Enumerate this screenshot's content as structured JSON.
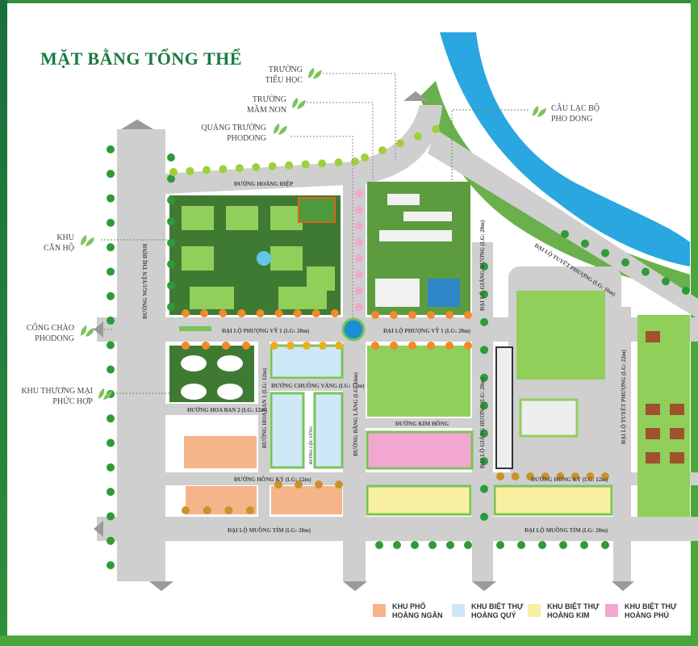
{
  "title": "MẶT BẰNG TỔNG THỂ",
  "colors": {
    "brand_green": "#1a7a40",
    "road": "#cfcfcf",
    "river": "#2aa6e0",
    "pho_hoang_ngan": "#f5b48a",
    "biet_thu_hoang_quy": "#cfe8f7",
    "biet_thu_hoang_kim": "#f8f0a0",
    "biet_thu_hoang_phu": "#f2a7d0"
  },
  "callouts": {
    "truong_tieu_hoc": [
      "TRƯỜNG",
      "TIỂU HỌC"
    ],
    "truong_mam_non": [
      "TRƯỜNG",
      "MẦM NON"
    ],
    "quang_truong": [
      "QUẢNG TRƯỜNG",
      "PHODONG"
    ],
    "cau_lac_bo": [
      "CÂU LẠC BỘ",
      "PHO DONG"
    ],
    "khu_can_ho": [
      "KHU",
      "CĂN HỘ"
    ],
    "cong_chao": [
      "CỔNG CHÀO",
      "PHODONG"
    ],
    "khu_thuong_mai": [
      "KHU THƯƠNG MẠI",
      "PHỨC HỢP"
    ]
  },
  "roads": {
    "hoang_diep": "ĐƯỜNG HOÀNG ĐIỆP",
    "nguyen_thi_dinh": "ĐƯỜNG NGUYỄN THỊ ĐỊNH",
    "phuong_vy_1_west": "ĐẠI LỘ PHƯỢNG VỸ 1 (LG: 20m)",
    "phuong_vy_1_east": "ĐẠI LỘ PHƯỢNG VỸ 1 (LG: 20m)",
    "chuong_vang": "ĐƯỜNG CHUÔNG VÀNG (LG: 12m)",
    "hoa_ban_1": "ĐƯỜNG HOA BAN 1 (LG: 12m)",
    "hoa_ban_2": "ĐƯỜNG HOA BAN 2 (LG: 12m)",
    "loc_vung": "ĐƯỜNG LỘC VỪNG",
    "bang_lang": "ĐƯỜNG BẰNG LĂNG (LG: 16m)",
    "kim_hong": "ĐƯỜNG KIM HỒNG",
    "hong_ky_west": "ĐƯỜNG HỒNG KỲ (LG: 12m)",
    "hong_ky_east": "ĐƯỜNG HỒNG KỲ (LG: 12m)",
    "muong_tim_west": "ĐẠI LỘ MUỒNG TÍM (LG: 20m)",
    "muong_tim_east": "ĐẠI LỘ MUỒNG TÍM (LG: 20m)",
    "giang_huong_north": "ĐẠI LỘ GIÁNG HƯƠNG (LG: 20m)",
    "giang_huong_south": "ĐẠI LỘ GIÁNG HƯƠNG (LG: 20m)",
    "tuyet_phuong_diag": "ĐẠI LỘ TUYẾT PHƯỢNG (LG: 16m)",
    "tuyet_phuong_vert": "ĐẠI LỘ TUYẾT PHƯỢNG (LG: 22m)"
  },
  "legend": [
    {
      "label": [
        "KHU PHỐ",
        "HOÀNG NGÂN"
      ],
      "color": "#f5b48a"
    },
    {
      "label": [
        "KHU BIỆT THỰ",
        "HOÀNG QUÝ"
      ],
      "color": "#cfe8f7"
    },
    {
      "label": [
        "KHU BIỆT THỰ",
        "HOÀNG KIM"
      ],
      "color": "#f8f0a0"
    },
    {
      "label": [
        "KHU BIỆT THỰ",
        "HOÀNG PHÚ"
      ],
      "color": "#f2a7d0"
    }
  ],
  "icons": {
    "callout": "leaf-icon",
    "direction": "arrow-icon"
  }
}
